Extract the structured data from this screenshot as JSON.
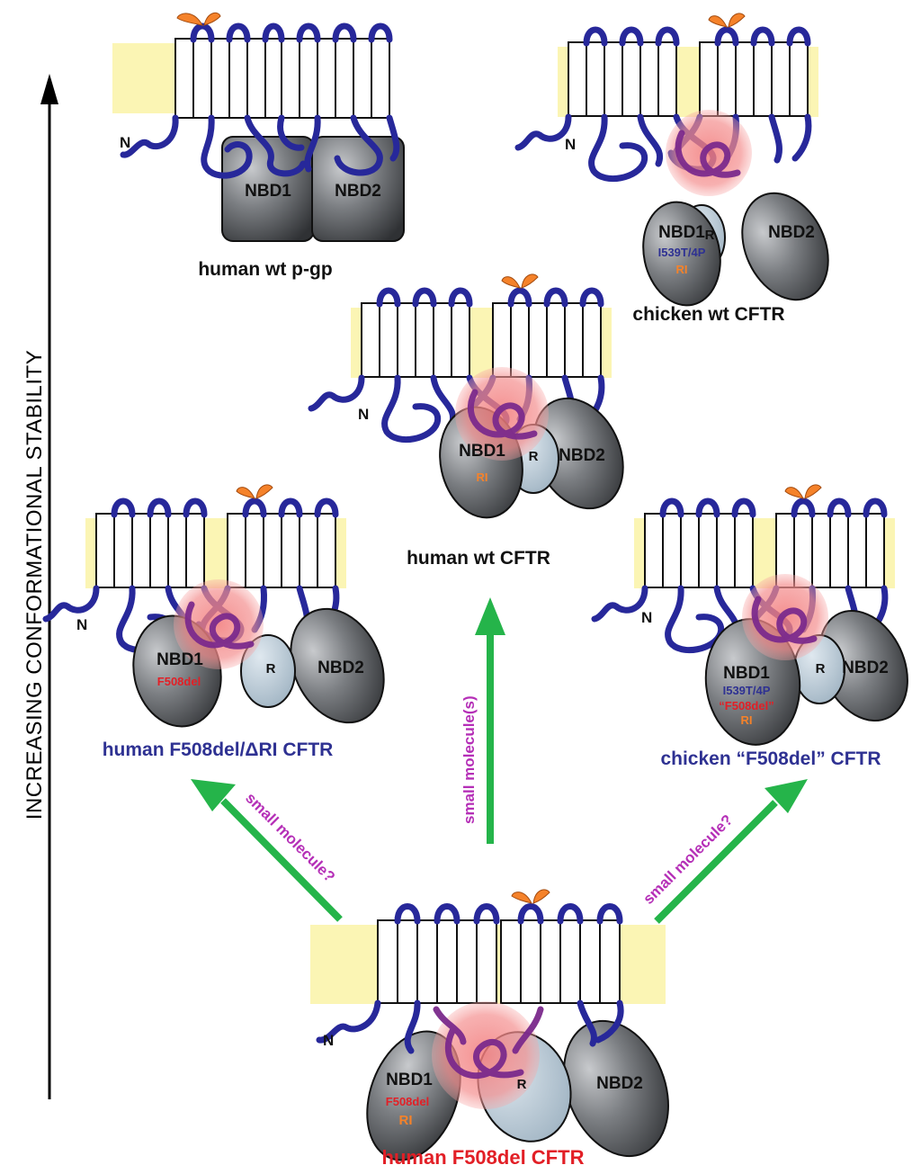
{
  "axis": {
    "label": "INCREASING CONFORMATIONAL STABILITY"
  },
  "colors": {
    "membrane": "#fbf5b4",
    "loop": "#27289a",
    "glyco": "#f5822a",
    "nbd_dark": "#56595d",
    "r_domain": "#b7c9d6",
    "interface_glow": "#f08a8a",
    "arrow": "#25b44a",
    "arrow_label": "#b52fb7",
    "label_black": "#111111",
    "label_blue": "#2e3192",
    "label_red": "#e21f26",
    "label_orange": "#f5822a"
  },
  "panels": {
    "pgp": {
      "title": "human wt p-gp",
      "n_label": "N",
      "nbd1": "NBD1",
      "nbd2": "NBD2"
    },
    "chicken_wt": {
      "title": "chicken wt CFTR",
      "n_label": "N",
      "nbd1": "NBD1",
      "nbd2": "NBD2",
      "r": "R",
      "mut1": "I539T/4P",
      "mut2": "RI"
    },
    "human_wt": {
      "title": "human wt CFTR",
      "n_label": "N",
      "nbd1": "NBD1",
      "nbd2": "NBD2",
      "r": "R",
      "mut1": "RI"
    },
    "human_f508_dri": {
      "title": "human F508del/ΔRI CFTR",
      "n_label": "N",
      "nbd1": "NBD1",
      "nbd2": "NBD2",
      "r": "R",
      "mut1": "F508del"
    },
    "chicken_f508": {
      "title": "chicken “F508del” CFTR",
      "n_label": "N",
      "nbd1": "NBD1",
      "nbd2": "NBD2",
      "r": "R",
      "mut1": "I539T/4P",
      "mut2": "“F508del”",
      "mut3": "RI"
    },
    "human_f508": {
      "title": "human F508del CFTR",
      "n_label": "N",
      "nbd1": "NBD1",
      "nbd2": "NBD2",
      "r": "R",
      "mut1": "F508del",
      "mut2": "RI"
    }
  },
  "arrows": {
    "left": "small molecule?",
    "center": "small molecule(s)",
    "right": "small molecule?"
  }
}
